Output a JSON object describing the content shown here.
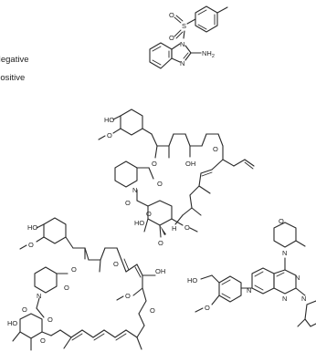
{
  "legend": {
    "negative_label": "Negative",
    "positive_label": "Positive"
  },
  "atoms": {
    "S": "S",
    "O": "O",
    "N": "N",
    "NH2": "NH",
    "NH2_sub": "2",
    "HO": "HO",
    "OH": "OH",
    "H": "H"
  },
  "colors": {
    "ink": "#2a2a2a",
    "background": "#ffffff"
  }
}
